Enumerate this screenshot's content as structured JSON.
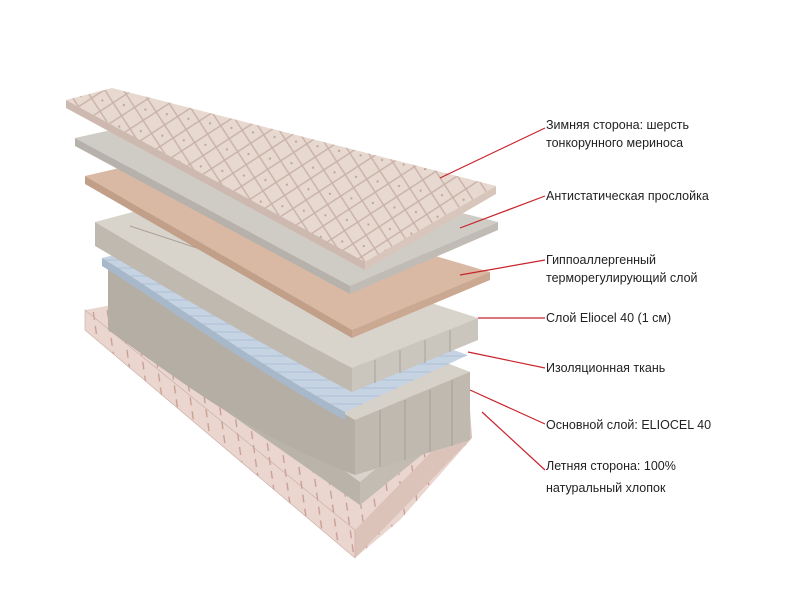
{
  "labels": [
    {
      "line1": "Зимняя сторона: шерсть",
      "line2": "тонкорунного мериноса"
    },
    {
      "line1": "Антистатическая прослойка",
      "line2": ""
    },
    {
      "line1": "Гиппоаллергенный",
      "line2": "терморегулирующий слой"
    },
    {
      "line1": "Слой Eliocel 40 (1 см)",
      "line2": ""
    },
    {
      "line1": "Изоляционная ткань",
      "line2": ""
    },
    {
      "line1": "Основной слой: ELIOCEL 40",
      "line2": ""
    },
    {
      "line1": "Летняя сторона: 100%",
      "line2": "натуральный хлопок"
    }
  ],
  "colors": {
    "leader_line": "#c8242b",
    "wool_top": "#e7d8d0",
    "antistatic": "#cfccc6",
    "thermo": "#d9b9a3",
    "foam": "#d8d4cc",
    "insulation": "#c6d3e3",
    "core": "#cfcac2",
    "cotton": "#ead6cf",
    "cotton_stripe": "#c79b92"
  }
}
